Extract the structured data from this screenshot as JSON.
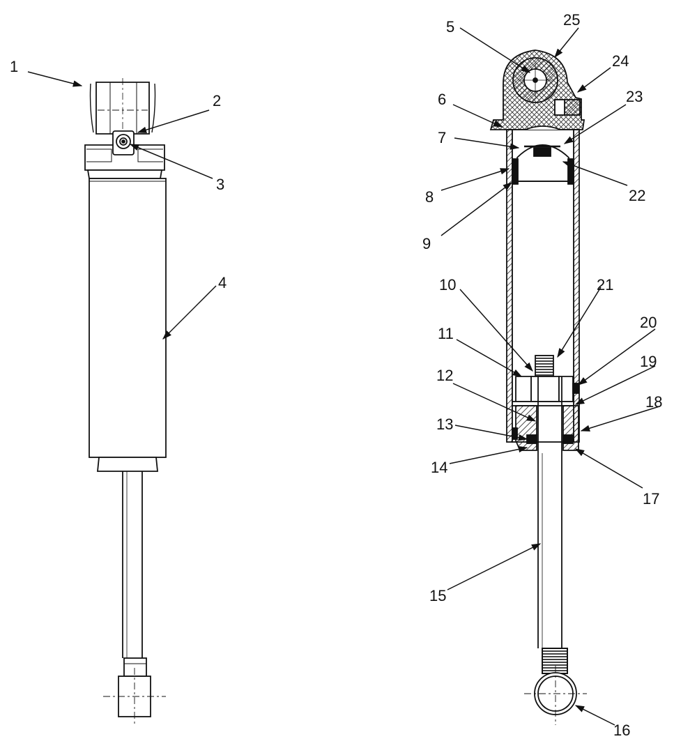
{
  "figure": {
    "ink_color": "#111111",
    "paper_color": "#ffffff",
    "hatch_color": "#222222",
    "exterior_view": {
      "description_visible": false,
      "callouts": [
        "1",
        "2",
        "3",
        "4"
      ]
    },
    "sectional_view": {
      "callouts": [
        "5",
        "6",
        "7",
        "8",
        "9",
        "10",
        "11",
        "12",
        "13",
        "14",
        "15",
        "16",
        "17",
        "18",
        "19",
        "20",
        "21",
        "22",
        "23",
        "24",
        "25"
      ]
    }
  },
  "callouts": {
    "c1": "1",
    "c2": "2",
    "c3": "3",
    "c4": "4",
    "c5": "5",
    "c6": "6",
    "c7": "7",
    "c8": "8",
    "c9": "9",
    "c10": "10",
    "c11": "11",
    "c12": "12",
    "c13": "13",
    "c14": "14",
    "c15": "15",
    "c16": "16",
    "c17": "17",
    "c18": "18",
    "c19": "19",
    "c20": "20",
    "c21": "21",
    "c22": "22",
    "c23": "23",
    "c24": "24",
    "c25": "25"
  }
}
